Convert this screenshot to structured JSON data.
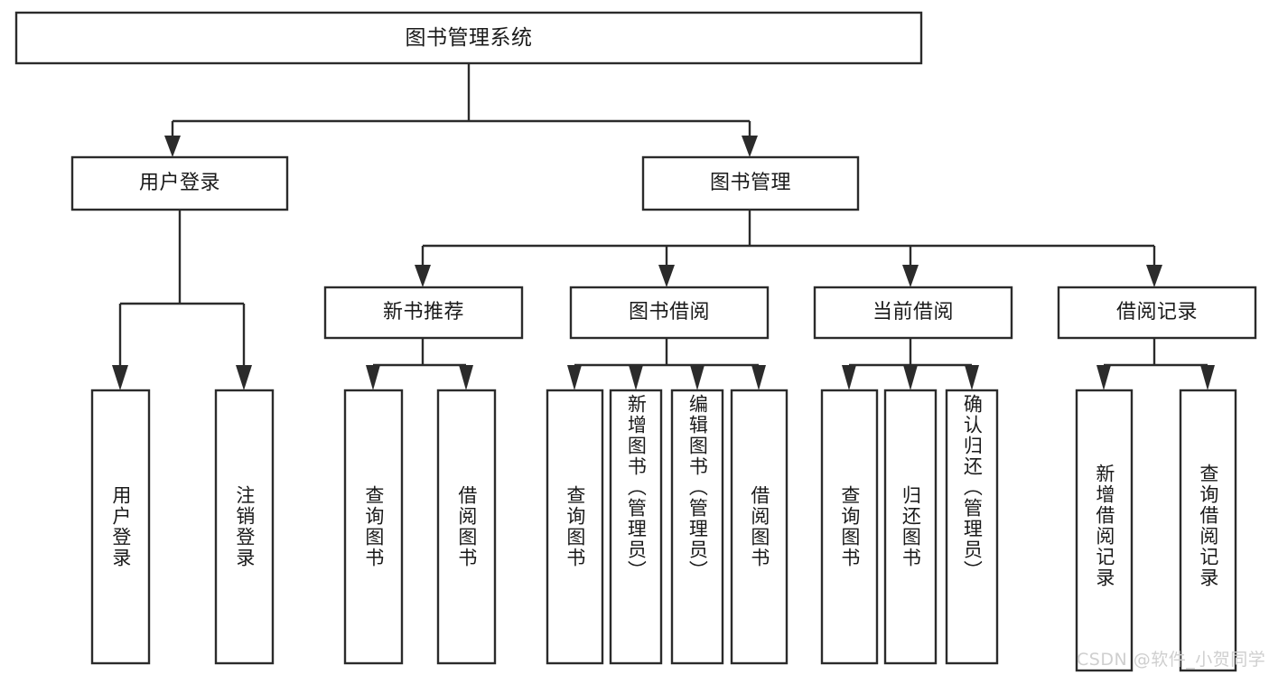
{
  "diagram": {
    "type": "tree-hierarchy",
    "title": "图书管理系统",
    "watermark": "CSDN @软件_小贺同学",
    "colors": {
      "stroke": "#2b2b2b",
      "fill": "#ffffff",
      "text": "#1a1a1a",
      "watermark": "#cfcfcf"
    },
    "nodes": {
      "root": {
        "label": "图书管理系统"
      },
      "level2": [
        {
          "id": "user-login",
          "label": "用户登录"
        },
        {
          "id": "book-manage",
          "label": "图书管理"
        }
      ],
      "level3": [
        {
          "id": "new-book-rec",
          "label": "新书推荐"
        },
        {
          "id": "book-borrow",
          "label": "图书借阅"
        },
        {
          "id": "current-borrow",
          "label": "当前借阅"
        },
        {
          "id": "borrow-record",
          "label": "借阅记录"
        }
      ],
      "leaves": {
        "user-login": [
          {
            "id": "leaf-user-login",
            "label": "用户登录"
          },
          {
            "id": "leaf-logout",
            "label": "注销登录"
          }
        ],
        "new-book-rec": [
          {
            "id": "leaf-query-book-1",
            "label": "查询图书"
          },
          {
            "id": "leaf-borrow-book-1",
            "label": "借阅图书"
          }
        ],
        "book-borrow": [
          {
            "id": "leaf-query-book-2",
            "label": "查询图书"
          },
          {
            "id": "leaf-add-book",
            "label": "新增图书（管理员）"
          },
          {
            "id": "leaf-edit-book",
            "label": "编辑图书（管理员）"
          },
          {
            "id": "leaf-borrow-book-2",
            "label": "借阅图书"
          }
        ],
        "current-borrow": [
          {
            "id": "leaf-query-book-3",
            "label": "查询图书"
          },
          {
            "id": "leaf-return-book",
            "label": "归还图书"
          },
          {
            "id": "leaf-confirm-return",
            "label": "确认归还（管理员）"
          }
        ],
        "borrow-record": [
          {
            "id": "leaf-add-record",
            "label": "新增借阅记录"
          },
          {
            "id": "leaf-query-record",
            "label": "查询借阅记录"
          }
        ]
      }
    }
  }
}
